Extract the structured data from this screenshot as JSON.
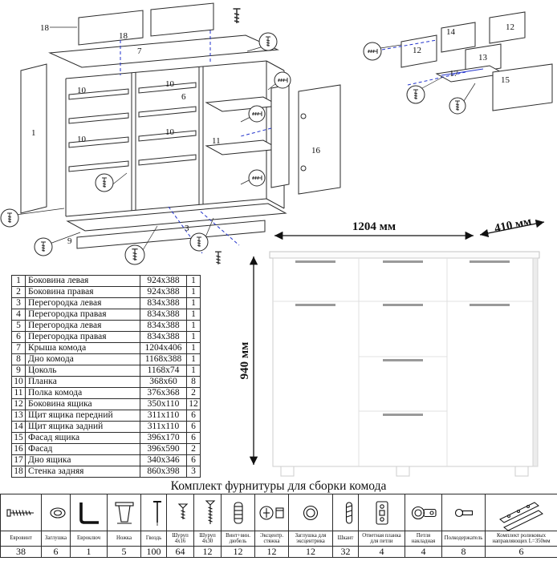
{
  "dims": {
    "width": "1204 мм",
    "depth": "410 мм",
    "height": "940 мм"
  },
  "labels": {
    "main": [
      "18",
      "18",
      "7",
      "1",
      "10",
      "10",
      "10",
      "10",
      "6",
      "11",
      "16",
      "9",
      "3"
    ],
    "drawer": [
      "14",
      "12",
      "12",
      "13",
      "17",
      "15"
    ]
  },
  "parts_table": {
    "rows": [
      {
        "num": "1",
        "name": "Боковина левая",
        "size": "924x388",
        "qty": "1"
      },
      {
        "num": "2",
        "name": "Боковина правая",
        "size": "924x388",
        "qty": "1"
      },
      {
        "num": "3",
        "name": "Перегородка левая",
        "size": "834x388",
        "qty": "1"
      },
      {
        "num": "4",
        "name": "Перегородка правая",
        "size": "834x388",
        "qty": "1"
      },
      {
        "num": "5",
        "name": "Перегородка левая",
        "size": "834x388",
        "qty": "1"
      },
      {
        "num": "6",
        "name": "Перегородка правая",
        "size": "834x388",
        "qty": "1"
      },
      {
        "num": "7",
        "name": "Крыша комода",
        "size": "1204x406",
        "qty": "1"
      },
      {
        "num": "8",
        "name": "Дно комода",
        "size": "1168x388",
        "qty": "1"
      },
      {
        "num": "9",
        "name": "Цоколь",
        "size": "1168x74",
        "qty": "1"
      },
      {
        "num": "10",
        "name": "Планка",
        "size": "368x60",
        "qty": "8"
      },
      {
        "num": "11",
        "name": "Полка комода",
        "size": "376x368",
        "qty": "2"
      },
      {
        "num": "12",
        "name": "Боковина ящика",
        "size": "350x110",
        "qty": "12"
      },
      {
        "num": "13",
        "name": "Щит ящика передний",
        "size": "311x110",
        "qty": "6"
      },
      {
        "num": "14",
        "name": "Щит ящика задний",
        "size": "311x110",
        "qty": "6"
      },
      {
        "num": "15",
        "name": "Фасад ящика",
        "size": "396x170",
        "qty": "6"
      },
      {
        "num": "16",
        "name": "Фасад",
        "size": "396x590",
        "qty": "2"
      },
      {
        "num": "17",
        "name": "Дно ящика",
        "size": "340x346",
        "qty": "6"
      },
      {
        "num": "18",
        "name": "Стенка задняя",
        "size": "860x398",
        "qty": "3"
      }
    ]
  },
  "hardware": {
    "title": "Комплект фурнитуры для сборки комода",
    "items": [
      {
        "name": "Евровинт",
        "qty": "38",
        "icon": "euro-screw-icon"
      },
      {
        "name": "Заглушка",
        "qty": "6",
        "icon": "cap-icon"
      },
      {
        "name": "Евроключ",
        "qty": "1",
        "icon": "hex-key-icon"
      },
      {
        "name": "Ножка",
        "qty": "5",
        "icon": "leg-icon"
      },
      {
        "name": "Гвоздь",
        "qty": "100",
        "icon": "nail-icon"
      },
      {
        "name": "Шуруп 4х16",
        "qty": "64",
        "icon": "screw-short-icon"
      },
      {
        "name": "Шуруп 4х30",
        "qty": "12",
        "icon": "screw-long-icon"
      },
      {
        "name": "Винт+вин. дюбель",
        "qty": "12",
        "icon": "bolt-dowel-icon"
      },
      {
        "name": "Эксцентр. стяжка",
        "qty": "12",
        "icon": "cam-lock-icon"
      },
      {
        "name": "Заглушка для эксцентрика",
        "qty": "12",
        "icon": "cam-cap-icon"
      },
      {
        "name": "Шкант",
        "qty": "32",
        "icon": "wood-dowel-icon"
      },
      {
        "name": "Ответная планка для петли",
        "qty": "4",
        "icon": "hinge-plate-icon"
      },
      {
        "name": "Петля накладная",
        "qty": "4",
        "icon": "hinge-icon"
      },
      {
        "name": "Полкодержатель",
        "qty": "8",
        "icon": "shelf-pin-icon"
      },
      {
        "name": "Комплект роликовых направляющих L=350мм",
        "qty": "6",
        "icon": "drawer-rails-icon"
      }
    ]
  }
}
